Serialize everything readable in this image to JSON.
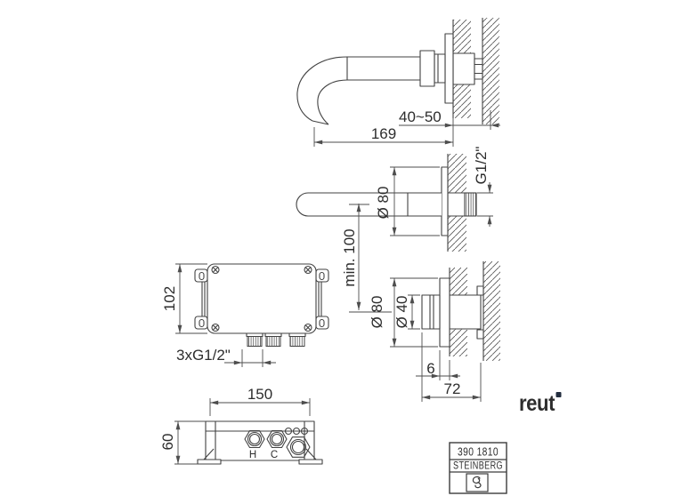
{
  "colors": {
    "line": "#424242",
    "dimension": "#4d4d4d",
    "text": "#2d2d2d",
    "brand_navy": "#232e3f"
  },
  "views": {
    "spout_side": {
      "dim_wall_range": "40~50",
      "dim_length": "169"
    },
    "spout_top": {
      "dim_diameter": "Ø 80",
      "dim_thread": "G1/2\"",
      "dim_min_distance": "min. 100"
    },
    "control_box_front": {
      "dim_height": "102",
      "label_connections": "3xG1/2\""
    },
    "control_box_bottom": {
      "dim_width": "150",
      "dim_depth": "60",
      "label_hot": "H",
      "label_cold": "C"
    },
    "valve_trim_side": {
      "dim_plate_diameter": "Ø 80",
      "dim_cap_diameter": "Ø 40",
      "dim_plate_offset": "6",
      "dim_total_depth": "72"
    }
  },
  "branding": {
    "retailer_logo_text": "reut"
  },
  "title_block": {
    "article_number": "390 1810",
    "brand_name": "STEINBERG"
  }
}
